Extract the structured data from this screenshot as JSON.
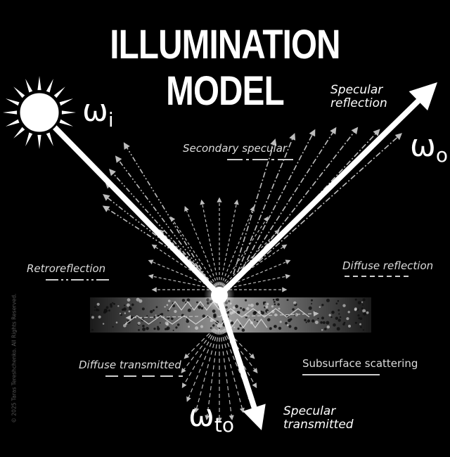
{
  "title": {
    "line1": "ILLUMINATION",
    "line2": "MODEL"
  },
  "symbols": {
    "incident": {
      "base": "ω",
      "sub": "i"
    },
    "outgoing": {
      "base": "ω",
      "sub": "o"
    },
    "transmitted": {
      "base": "ω",
      "sub": "to"
    }
  },
  "labels": {
    "specular_reflection": [
      "Specular",
      "reflection"
    ],
    "secondary_specular": "Secondary specular",
    "retroreflection": "Retroreflection",
    "diffuse_reflection": "Diffuse reflection",
    "diffuse_transmitted": "Diffuse transmitted",
    "subsurface_scattering": "Subsurface scattering",
    "specular_transmitted": [
      "Specular",
      "transmitted"
    ]
  },
  "credit": "© 2025 Taras Tereshchenko. All Rights Reserved.",
  "colors": {
    "background": "#000000",
    "beam": "#ffffff",
    "scatter": "#bdbdbd",
    "slab": "#4a4a4a"
  },
  "icons": [
    "sun-icon",
    "arrow-icon"
  ]
}
